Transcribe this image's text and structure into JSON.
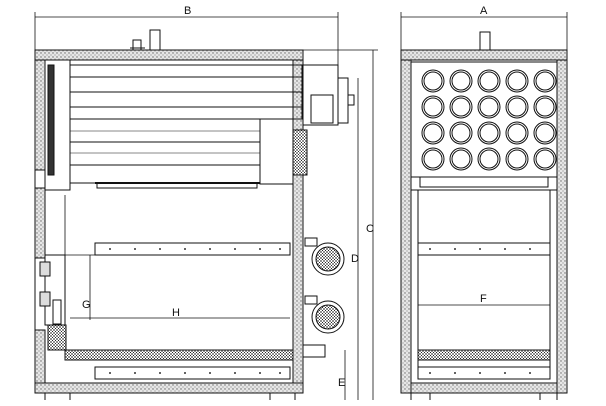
{
  "dimensions": {
    "A": "A",
    "B": "B",
    "C": "C",
    "D": "D",
    "E": "E",
    "F": "F",
    "G": "G",
    "H": "H"
  },
  "views": {
    "side": {
      "tube_rows": 4
    },
    "front": {
      "tube_columns": 5,
      "tube_rows": 4
    }
  },
  "colors": {
    "line": "#111111",
    "insulation": "#9a9a9a",
    "fan": "#555555"
  }
}
